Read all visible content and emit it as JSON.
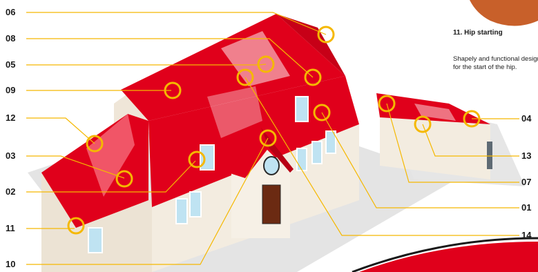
{
  "labels": {
    "n06": "06",
    "n08": "08",
    "n05": "05",
    "n09": "09",
    "n12": "12",
    "n03": "03",
    "n02": "02",
    "n11": "11",
    "n10": "10",
    "n04": "04",
    "n13": "13",
    "n07": "07",
    "n01": "01",
    "n14": "14"
  },
  "info": {
    "title": "11. Hip starting",
    "body": "Shapely and functional design for the start of the hip."
  },
  "colors": {
    "roof": "#e0001b",
    "wall": "#f3ece0",
    "marker": "#f5b800",
    "leader": "#f5b800"
  }
}
